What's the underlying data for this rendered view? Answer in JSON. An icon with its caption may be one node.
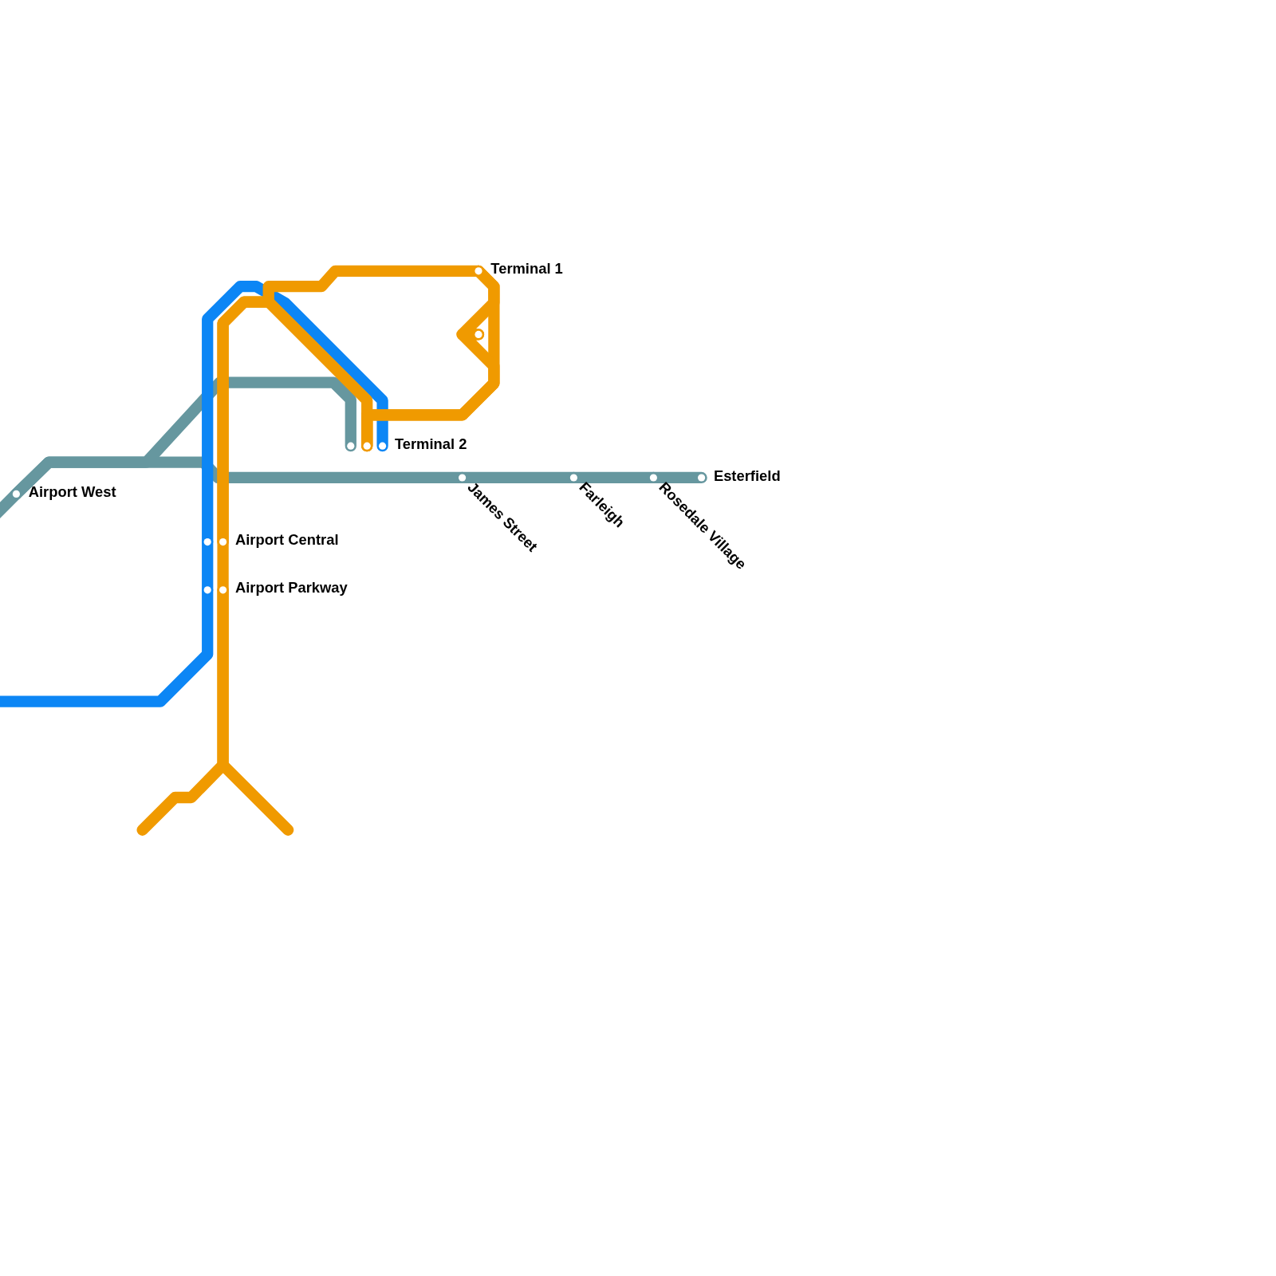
{
  "diagram": {
    "nodes": [
      {
        "text": [
          "Airport West"
        ]
      },
      {
        "text": [
          "Terminal 1"
        ]
      },
      {
        "text": [],
        "shape": "circle"
      },
      {
        "text": [
          "Terminal 2"
        ]
      },
      {
        "text": [
          "Airport Central"
        ]
      },
      {
        "text": [
          "Airport Parkway"
        ]
      },
      {
        "text": [
          "James Street"
        ]
      },
      {
        "text": [
          "Farleigh"
        ]
      },
      {
        "text": [
          "Rosedale Village"
        ]
      },
      {
        "text": [
          "Esterfield"
        ]
      }
    ],
    "edges": [
      {
        "from": null,
        "to": 0,
        "arrow": "none",
        "color": "#66979f"
      },
      {
        "from": 0,
        "to": 3,
        "arrow": "none",
        "color": "#66979f"
      },
      {
        "from": 0,
        "to": 6,
        "arrow": "none",
        "color": "#66979f"
      },
      {
        "from": 6,
        "to": 7,
        "arrow": "none",
        "color": "#66979f"
      },
      {
        "from": 7,
        "to": 8,
        "arrow": "none",
        "color": "#66979f"
      },
      {
        "from": 8,
        "to": 9,
        "arrow": "none",
        "color": "#66979f"
      },
      {
        "from": null,
        "to": 5,
        "arrow": "none",
        "color": "#0c86f5"
      },
      {
        "from": 5,
        "to": 4,
        "arrow": "none",
        "color": "#0c86f5"
      },
      {
        "from": 4,
        "to": 3,
        "arrow": "none",
        "color": "#0c86f5"
      },
      {
        "from": 4,
        "to": 5,
        "arrow": "none",
        "color": "#f09a00"
      },
      {
        "from": 5,
        "to": null,
        "arrow": "none",
        "color": "#f09a00"
      },
      {
        "from": 5,
        "to": null,
        "arrow": "none",
        "color": "#f09a00"
      },
      {
        "from": 4,
        "to": 1,
        "arrow": "none",
        "color": "#f09a00"
      },
      {
        "from": 4,
        "to": 3,
        "arrow": "none",
        "color": "#f09a00"
      },
      {
        "from": 3,
        "to": 1,
        "arrow": "none",
        "color": "#f09a00"
      },
      {
        "from": 2,
        "to": 1,
        "arrow": "none",
        "color": "#f09a00"
      },
      {
        "from": 2,
        "to": 3,
        "arrow": "none",
        "color": "#f09a00"
      }
    ]
  }
}
